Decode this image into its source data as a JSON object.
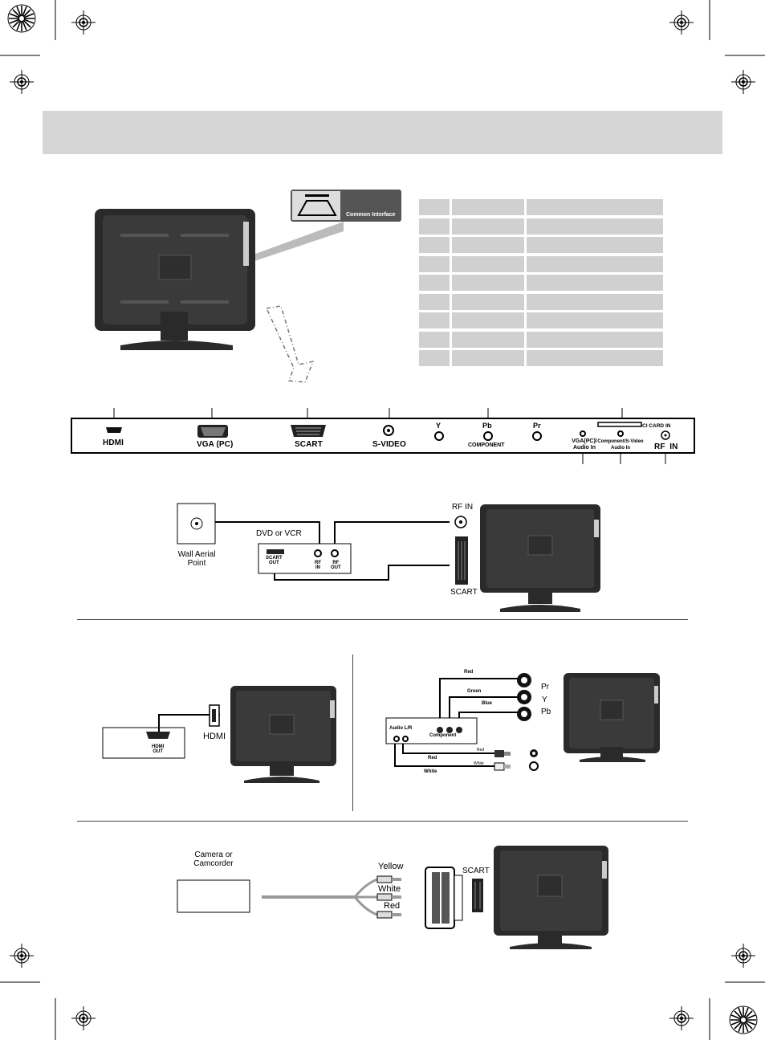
{
  "ci_slot": {
    "label": "Common Interface"
  },
  "panel": {
    "hdmi": "HDMI",
    "vga": "VGA (PC)",
    "scart": "SCART",
    "svideo": "S-VIDEO",
    "y": "Y",
    "pb": "Pb",
    "pr": "Pr",
    "component": "COMPONENT",
    "vga_audio_1": "VGA(PC)/",
    "vga_audio_2": "Audio In",
    "comp_audio_1": "Component/S-Video",
    "comp_audio_2": "Audio In",
    "ci_card": "CI CARD IN",
    "rf_in": "RF  IN"
  },
  "aerial_diagram": {
    "wall_1": "Wall Aerial",
    "wall_2": "Point",
    "device": "DVD or VCR",
    "scart_out_1": "SCART",
    "scart_out_2": "OUT",
    "rf_in_1": "RF",
    "rf_in_2": "IN",
    "rf_out_1": "RF",
    "rf_out_2": "OUT",
    "tv_rf": "RF IN",
    "tv_scart": "SCART"
  },
  "hdmi_diagram": {
    "out_1": "HDMI",
    "out_2": "OUT",
    "tv_label": "HDMI"
  },
  "component_diagram": {
    "red": "Red",
    "green": "Green",
    "blue": "Blue",
    "pr": "Pr",
    "y": "Y",
    "pb": "Pb",
    "audio": "Audio L/R",
    "component": "Component",
    "red2": "Red",
    "white": "White",
    "plug_red": "Red",
    "plug_white": "White"
  },
  "camera_diagram": {
    "camera_1": "Camera or",
    "camera_2": "Camcorder",
    "yellow": "Yellow",
    "white": "White",
    "red": "Red",
    "scart": "SCART"
  }
}
